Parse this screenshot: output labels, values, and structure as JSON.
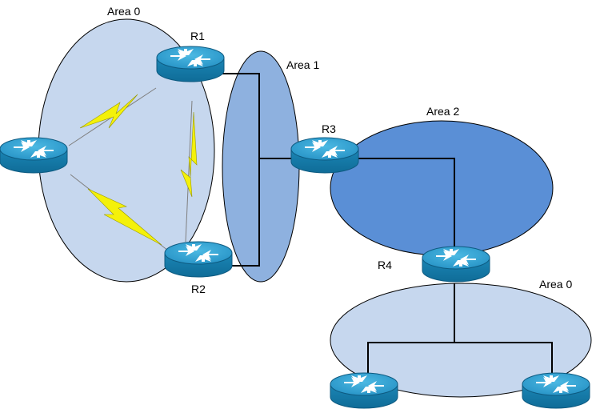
{
  "labels": {
    "area0_top": "Area 0",
    "area1": "Area 1",
    "area2": "Area 2",
    "area0_bottom": "Area 0",
    "r1": "R1",
    "r2": "R2",
    "r3": "R3",
    "r4": "R4"
  },
  "colors": {
    "area0_fill": "#c6d7ee",
    "area1_fill": "#8eb1df",
    "area2_fill": "#5a8fd6",
    "router_top": "#2f9fcf",
    "router_side": "#1a7fab",
    "router_edge": "#0e5f85",
    "serial_link": "#f4f10a",
    "ethernet_link": "#000000"
  }
}
